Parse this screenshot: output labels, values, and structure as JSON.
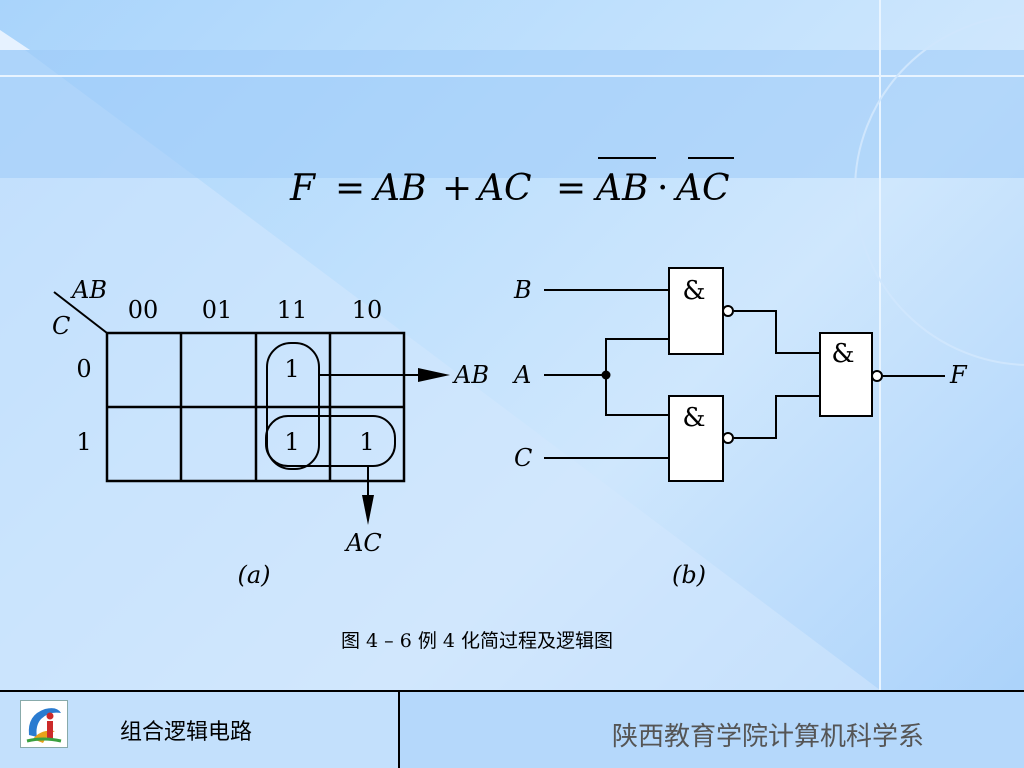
{
  "formula": {
    "lhs": "F",
    "eq1": "=",
    "term1": "AB",
    "plus": "+",
    "term2": "AC",
    "eq2": "=",
    "nand_term1": "AB",
    "dot": "·",
    "nand_term2": "AC"
  },
  "kmap": {
    "row_var": "C",
    "col_var": "AB",
    "col_headers": [
      "00",
      "01",
      "11",
      "10"
    ],
    "row_headers": [
      "0",
      "1"
    ],
    "cells": [
      [
        "",
        "",
        "1",
        ""
      ],
      [
        "",
        "",
        "1",
        "1"
      ]
    ],
    "arrow_right_label": "AB",
    "arrow_down_label": "AC",
    "caption": "(a)"
  },
  "circuit": {
    "input_b": "B",
    "input_a": "A",
    "input_c": "C",
    "gate_symbol": "&",
    "output": "F",
    "caption": "(b)"
  },
  "figure_caption": "图 4 – 6  例 4 化简过程及逻辑图",
  "footer": {
    "course_title": "组合逻辑电路",
    "dept_name": "陕西教育学院计算机科学系"
  }
}
